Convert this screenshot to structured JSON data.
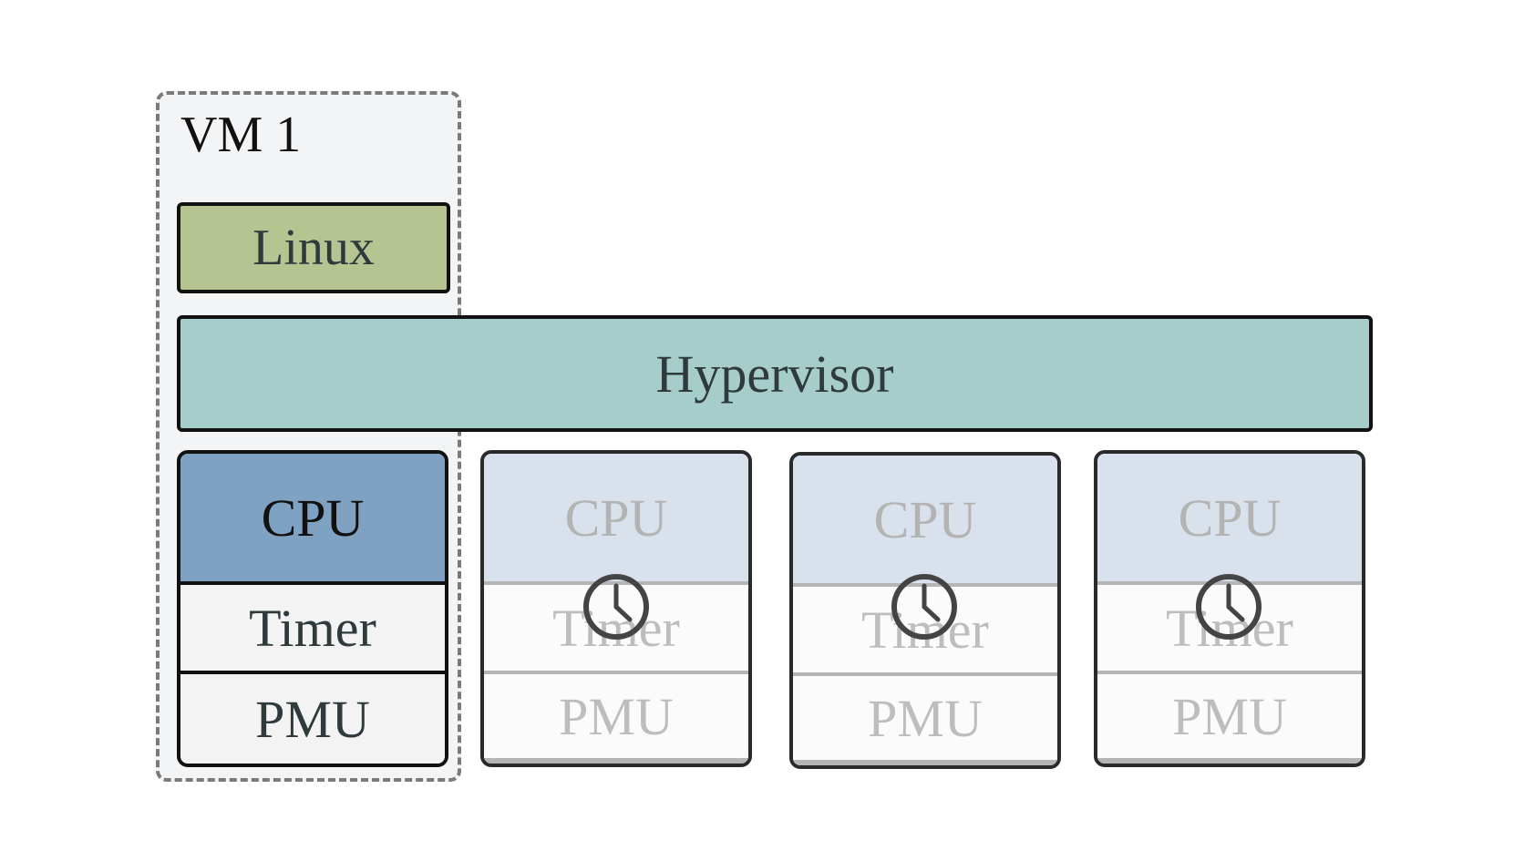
{
  "vm": {
    "label": "VM 1"
  },
  "os": {
    "label": "Linux"
  },
  "hypervisor": {
    "label": "Hypervisor"
  },
  "cores": [
    {
      "cpu": "CPU",
      "timer": "Timer",
      "pmu": "PMU",
      "active": true
    },
    {
      "cpu": "CPU",
      "timer": "Timer",
      "pmu": "PMU",
      "active": false
    },
    {
      "cpu": "CPU",
      "timer": "Timer",
      "pmu": "PMU",
      "active": false
    },
    {
      "cpu": "CPU",
      "timer": "Timer",
      "pmu": "PMU",
      "active": false
    }
  ],
  "colors": {
    "linux": "#b6c492",
    "hypervisor": "#a7cdca",
    "active_cpu": "#7fa2c2",
    "idle_cpu": "#d9e2ec",
    "vm_background": "#f3f4f6"
  },
  "icons": {
    "idle_core_overlay": "clock-icon"
  }
}
